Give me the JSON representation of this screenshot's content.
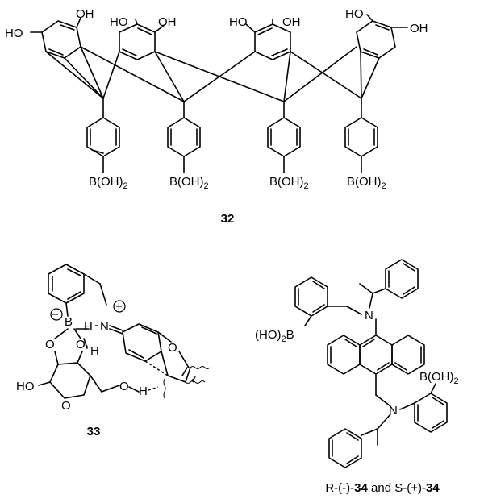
{
  "labels": {
    "oh": "OH",
    "ho": "HO",
    "boron_prefix": "B(OH)",
    "subscript_2": "2",
    "b": "B",
    "o": "O",
    "h": "H",
    "n": "N",
    "minus": "−",
    "plus": "+",
    "ho2b_prefix": "(HO)",
    "ho2b_suffix": "B"
  },
  "captions": {
    "c32": "32",
    "c33": "33",
    "c34_part1": "R-(-)-",
    "c34_bold1": "34",
    "c34_part2": " and S-(+)-",
    "c34_bold2": "34"
  }
}
